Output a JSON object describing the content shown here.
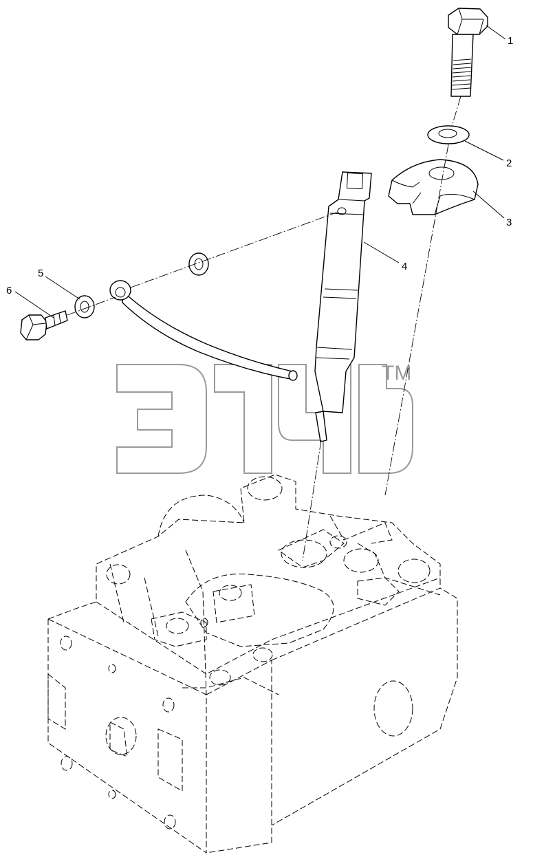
{
  "callouts": [
    {
      "id": "1",
      "text": "1"
    },
    {
      "id": "2",
      "text": "2"
    },
    {
      "id": "3",
      "text": "3"
    },
    {
      "id": "4",
      "text": "4"
    },
    {
      "id": "5",
      "text": "5"
    },
    {
      "id": "6",
      "text": "6"
    }
  ],
  "watermark": {
    "mark": "TM"
  }
}
